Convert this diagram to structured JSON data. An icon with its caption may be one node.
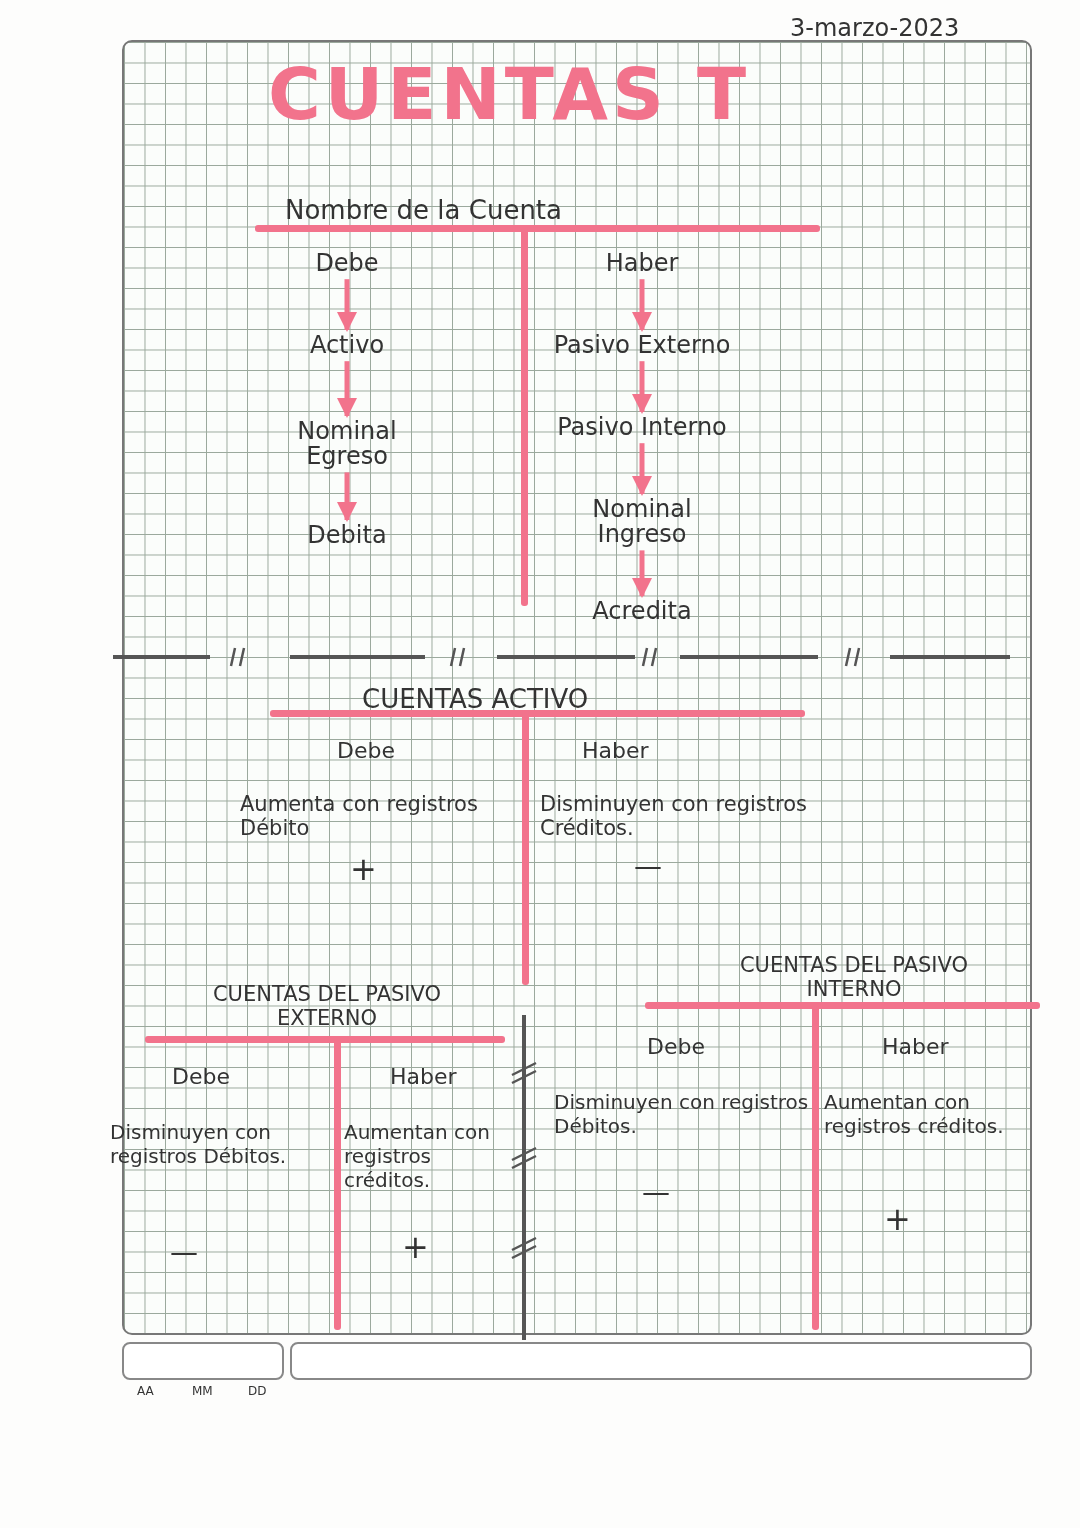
{
  "diagram": {
    "title": "CUENTAS T",
    "nodes": [
      {
        "text": [
          "Debe"
        ]
      },
      {
        "text": [
          "Activo"
        ]
      },
      {
        "text": [
          "Nominal Egreso"
        ]
      },
      {
        "text": [
          "Debita"
        ]
      },
      {
        "text": [
          "Haber"
        ]
      },
      {
        "text": [
          "Pasivo Externo"
        ]
      },
      {
        "text": [
          "Pasivo Interno"
        ]
      },
      {
        "text": [
          "Nominal Ingreso"
        ]
      },
      {
        "text": [
          "Acredita"
        ]
      }
    ],
    "edges": [
      {
        "from": 0,
        "to": 1,
        "arrow": "to"
      },
      {
        "from": 1,
        "to": 2,
        "arrow": "to"
      },
      {
        "from": 2,
        "to": 3,
        "arrow": "to"
      },
      {
        "from": 4,
        "to": 5,
        "arrow": "to"
      },
      {
        "from": 5,
        "to": 6,
        "arrow": "to"
      },
      {
        "from": 6,
        "to": 7,
        "arrow": "to"
      },
      {
        "from": 7,
        "to": 8,
        "arrow": "to"
      }
    ],
    "labels": [
      "3-marzo-2023",
      "Nombre de la Cuenta",
      "CUENTAS ACTIVO",
      "Debe",
      "Haber",
      "Aumenta con registros Débito",
      "Disminuyen con registros Créditos.",
      "+",
      "—",
      "CUENTAS DEL PASIVO INTERNO",
      "CUENTAS DEL PASIVO EXTERNO",
      "Debe",
      "Haber",
      "Debe",
      "Haber",
      "Disminuyen con registros Débitos.",
      "Aumentan con registros créditos.",
      "Disminuyen con registros Débitos.",
      "Aumentan con registros créditos.",
      "—",
      "+",
      "—",
      "+",
      "AA",
      "MM",
      "DD"
    ]
  }
}
